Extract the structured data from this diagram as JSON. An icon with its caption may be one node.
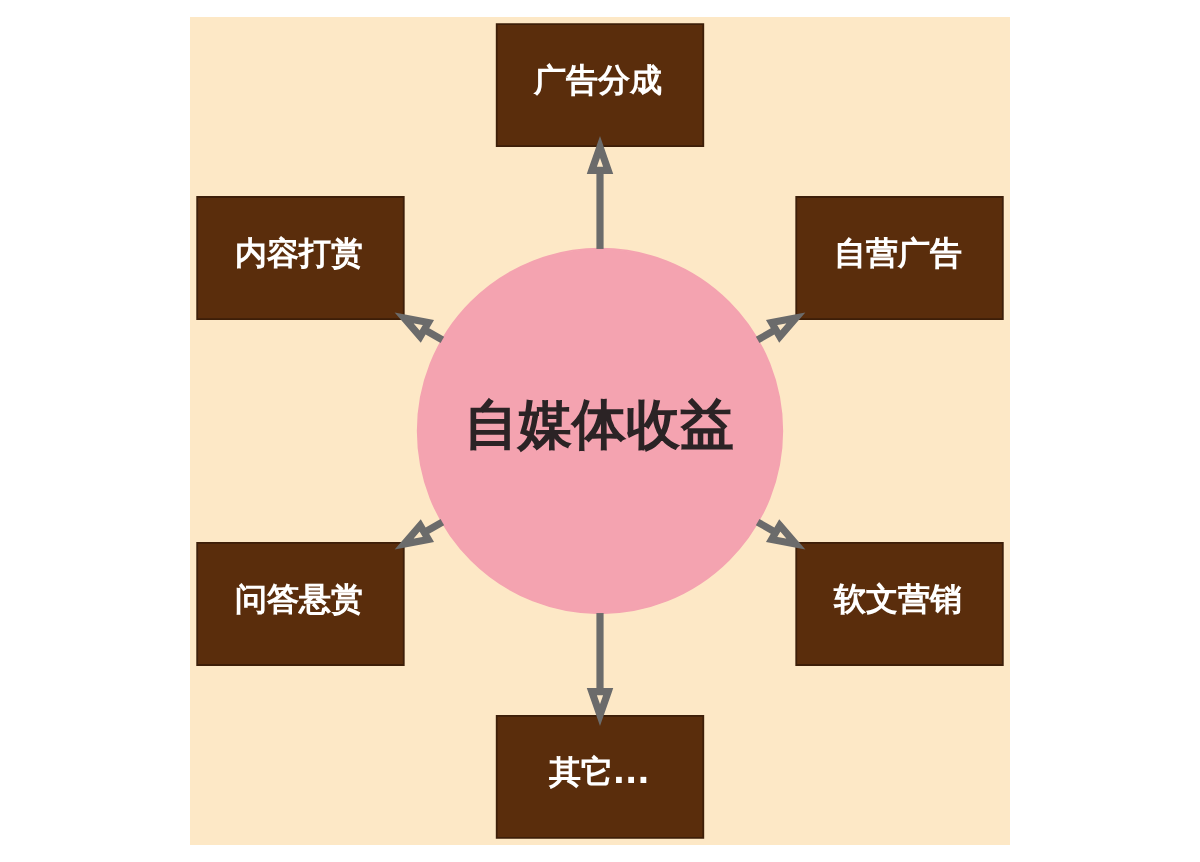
{
  "diagram": {
    "nodes": [
      {
        "text": [
          "广告分成"
        ]
      },
      {
        "text": [
          "内容打赏"
        ]
      },
      {
        "text": [
          "自营广告"
        ]
      },
      {
        "text": [
          "自媒体收益"
        ]
      },
      {
        "text": [
          "问答悬赏"
        ]
      },
      {
        "text": [
          "软文营销"
        ]
      },
      {
        "text": [
          "其它..."
        ]
      }
    ],
    "edges": [
      {
        "from": 3,
        "to": 0,
        "arrow": "to"
      },
      {
        "from": 3,
        "to": 2,
        "arrow": "to"
      },
      {
        "from": 3,
        "to": 5,
        "arrow": "to"
      },
      {
        "from": 3,
        "to": 6,
        "arrow": "to"
      },
      {
        "from": 3,
        "to": 4,
        "arrow": "to"
      },
      {
        "from": 3,
        "to": 1,
        "arrow": "to"
      }
    ]
  }
}
